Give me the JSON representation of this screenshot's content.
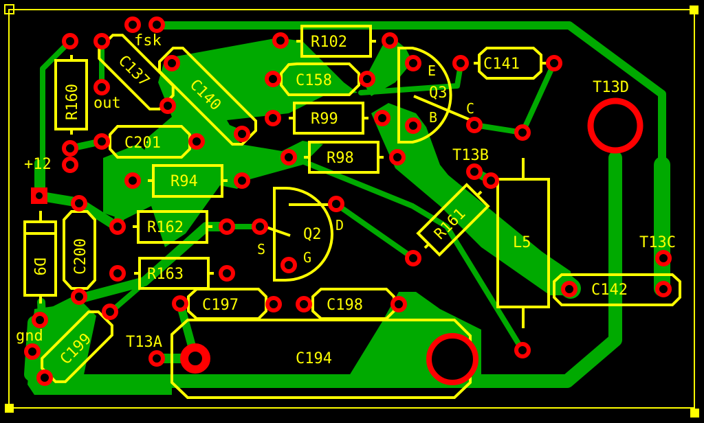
{
  "colors": {
    "background": "#000000",
    "copper": "#00aa00",
    "silkscreen": "#ffff00",
    "pad": "#ff0000"
  },
  "net_labels": {
    "fsk": "fsk",
    "out": "out",
    "plus12": "+12",
    "gnd": "gnd"
  },
  "components": {
    "R160": "R160",
    "C137": "C137",
    "C140": "C140",
    "R102": "R102",
    "C158": "C158",
    "R99": "R99",
    "R98": "R98",
    "C201": "C201",
    "R94": "R94",
    "R162": "R162",
    "R163": "R163",
    "C200": "C200",
    "D9": "D9",
    "C199": "C199",
    "C197": "C197",
    "C198": "C198",
    "C194": "C194",
    "Q2": "Q2",
    "Q3": "Q3",
    "C141": "C141",
    "R161": "R161",
    "L5": "L5",
    "C142": "C142",
    "T13A": "T13A",
    "T13B": "T13B",
    "T13C": "T13C",
    "T13D": "T13D"
  },
  "pins": {
    "q3_e": "E",
    "q3_b": "B",
    "q3_c": "C",
    "q2_d": "D",
    "q2_s": "S",
    "q2_g": "G"
  }
}
